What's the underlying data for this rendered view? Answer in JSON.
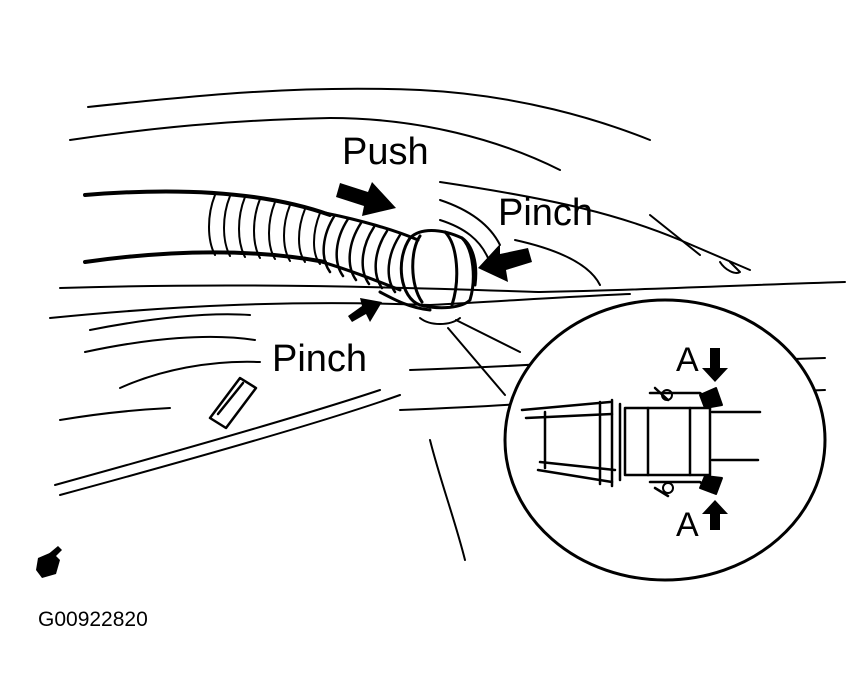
{
  "labels": {
    "push": "Push",
    "pinch_upper": "Pinch",
    "pinch_lower": "Pinch",
    "detail_a_top": "A",
    "detail_a_bottom": "A",
    "figure_id": "G00922820"
  },
  "icons": {
    "corner_symbol": "wrench-book-icon"
  },
  "colors": {
    "ink": "#000000",
    "paper": "#ffffff"
  }
}
